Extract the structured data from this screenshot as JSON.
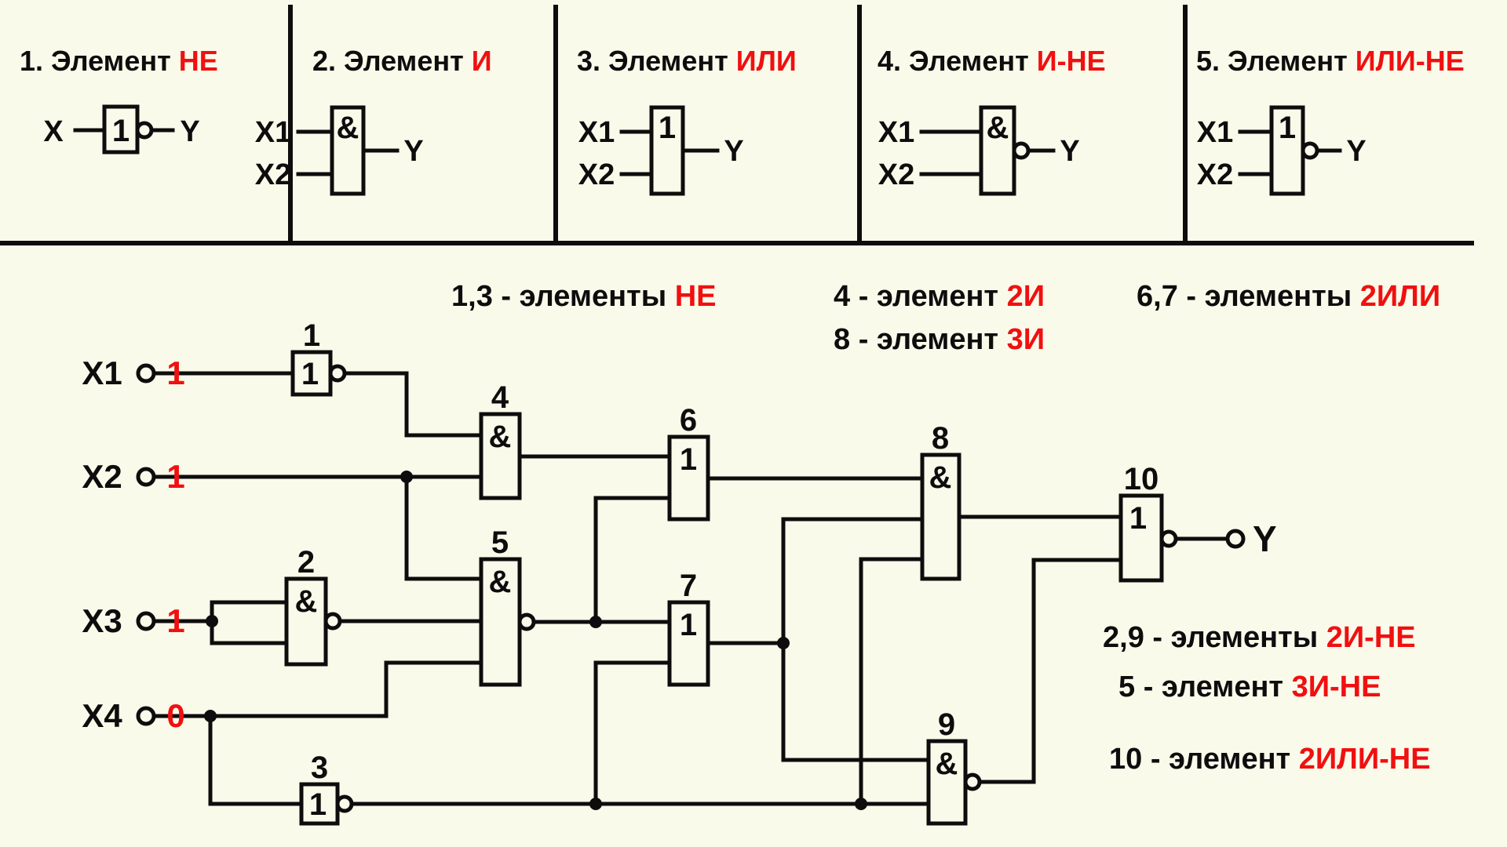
{
  "palette": {
    "background": "#FAFAEB",
    "ink": "#0d0d0d",
    "accent_red": "#F01010"
  },
  "legend": {
    "panels": [
      {
        "number_label": "1.  Элемент ",
        "type": "НЕ",
        "symbol": "1",
        "inputs": [
          "X"
        ],
        "output": "Y",
        "inverted": true
      },
      {
        "number_label": "2. Элемент ",
        "type": "И",
        "symbol": "&",
        "inputs": [
          "X1",
          "X2"
        ],
        "output": "Y",
        "inverted": false
      },
      {
        "number_label": "3. Элемент ",
        "type": "ИЛИ",
        "symbol": "1",
        "inputs": [
          "X1",
          "X2"
        ],
        "output": "Y",
        "inverted": false
      },
      {
        "number_label": "4. Элемент ",
        "type": "И-НЕ",
        "symbol": "&",
        "inputs": [
          "X1",
          "X2"
        ],
        "output": "Y",
        "inverted": true
      },
      {
        "number_label": "5. Элемент ",
        "type": "ИЛИ-НЕ",
        "symbol": "1",
        "inputs": [
          "X1",
          "X2"
        ],
        "output": "Y",
        "inverted": true
      }
    ]
  },
  "annotations": {
    "middle": [
      {
        "black": "1,3 - элементы ",
        "red": "НЕ"
      },
      {
        "black": "4 - элемент ",
        "red": "2И"
      },
      {
        "black": "8 - элемент ",
        "red": "3И"
      },
      {
        "black": "6,7 - элементы ",
        "red": "2ИЛИ"
      }
    ],
    "bottom": [
      {
        "black": "2,9 - элементы ",
        "red": "2И-НЕ"
      },
      {
        "black": "5 - элемент ",
        "red": "3И-НЕ"
      },
      {
        "black": "10 - элемент ",
        "red": "2ИЛИ-НЕ"
      }
    ]
  },
  "circuit": {
    "inputs": [
      {
        "name": "X1",
        "value": "1"
      },
      {
        "name": "X2",
        "value": "1"
      },
      {
        "name": "X3",
        "value": "1"
      },
      {
        "name": "X4",
        "value": "0"
      }
    ],
    "output": {
      "name": "Y"
    },
    "gates": [
      {
        "id": "1",
        "symbol": "1"
      },
      {
        "id": "2",
        "symbol": "&"
      },
      {
        "id": "3",
        "symbol": "1"
      },
      {
        "id": "4",
        "symbol": "&"
      },
      {
        "id": "5",
        "symbol": "&"
      },
      {
        "id": "6",
        "symbol": "1"
      },
      {
        "id": "7",
        "symbol": "1"
      },
      {
        "id": "8",
        "symbol": "&"
      },
      {
        "id": "9",
        "symbol": "&"
      },
      {
        "id": "10",
        "symbol": "1"
      }
    ]
  }
}
